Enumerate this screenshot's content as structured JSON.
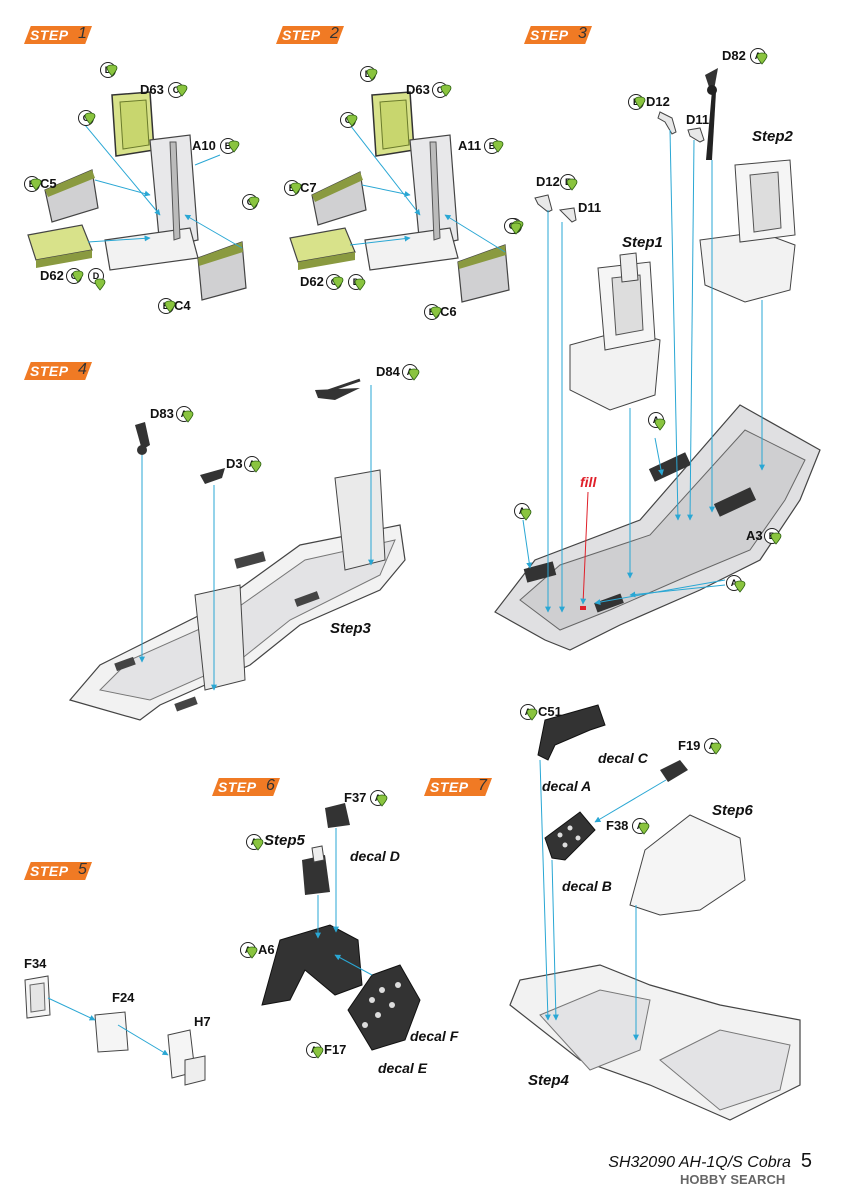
{
  "steps": [
    {
      "label": "STEP",
      "number": "1"
    },
    {
      "label": "STEP",
      "number": "2"
    },
    {
      "label": "STEP",
      "number": "3"
    },
    {
      "label": "STEP",
      "number": "4"
    },
    {
      "label": "STEP",
      "number": "5"
    },
    {
      "label": "STEP",
      "number": "6"
    },
    {
      "label": "STEP",
      "number": "7"
    }
  ],
  "parts": {
    "d63_s1": "D63",
    "a10": "A10",
    "c5": "C5",
    "d62_s1": "D62",
    "c4": "C4",
    "d63_s2": "D63",
    "a11": "A11",
    "c7": "C7",
    "d62_s2": "D62",
    "c6": "C6",
    "d82": "D82",
    "d12_top": "D12",
    "d11_top": "D11",
    "d12_left": "D12",
    "d11_left": "D11",
    "a3": "A3",
    "d84": "D84",
    "d83": "D83",
    "d3": "D3",
    "f34": "F34",
    "f24": "F24",
    "h7": "H7",
    "f37": "F37",
    "a6": "A6",
    "f17": "F17",
    "c51": "C51",
    "f19": "F19",
    "f38": "F38"
  },
  "circles": {
    "A": "A",
    "B": "B",
    "C": "C",
    "D": "D",
    "E": "E"
  },
  "sublabels": {
    "step1": "Step1",
    "step2": "Step2",
    "step3": "Step3",
    "step4": "Step4",
    "step5": "Step5",
    "step6": "Step6"
  },
  "decals": {
    "d": "decal D",
    "e": "decal E",
    "f": "decal F",
    "a": "decal A",
    "b": "decal B",
    "c": "decal C"
  },
  "fill_label": "fill",
  "footer": {
    "title": "SH32090 AH-1Q/S Cobra",
    "page": "5"
  },
  "watermark": "HOBBY SEARCH",
  "colors": {
    "step_tag": "#f07a24",
    "paint_green": "#8ac43f",
    "seat_olive": "#8a9a40",
    "cushion_yellow": "#d8e28a",
    "leader_blue": "#2aa7d4",
    "fill_red": "#e0202a"
  }
}
